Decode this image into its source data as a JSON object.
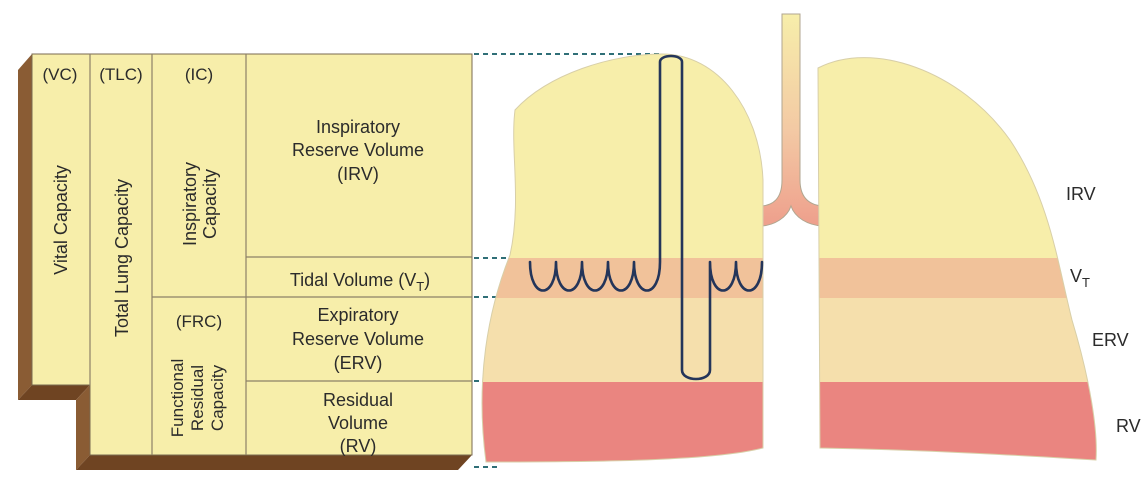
{
  "table": {
    "abbr_vc": "(VC)",
    "abbr_tlc": "(TLC)",
    "abbr_ic": "(IC)",
    "abbr_frc": "(FRC)",
    "vital_capacity": "Vital Capacity",
    "total_lung_capacity": "Total Lung Capacity",
    "inspiratory_capacity": [
      "Inspiratory",
      "Capacity"
    ],
    "functional_residual_capacity": [
      "Functional",
      "Residual",
      "Capacity"
    ],
    "irv": [
      "Inspiratory",
      "Reserve Volume",
      "(IRV)"
    ],
    "tidal": "Tidal Volume (V",
    "tidal_sub": "T",
    "tidal_close": ")",
    "erv": [
      "Expiratory",
      "Reserve Volume",
      "(ERV)"
    ],
    "rv": [
      "Residual",
      "Volume",
      "(RV)"
    ]
  },
  "lung_labels": {
    "irv": "IRV",
    "vt": "V",
    "vt_sub": "T",
    "erv": "ERV",
    "rv": "RV"
  },
  "colors": {
    "table_face": "#f7eeaa",
    "table_side": "#8a5c34",
    "lung_pale": "#f7eeaa",
    "lung_band": "#f1c29a",
    "lung_mid": "#f5dfac",
    "lung_red": "#ea8580",
    "trace": "#24355a",
    "dashed": "#2f6f77"
  }
}
